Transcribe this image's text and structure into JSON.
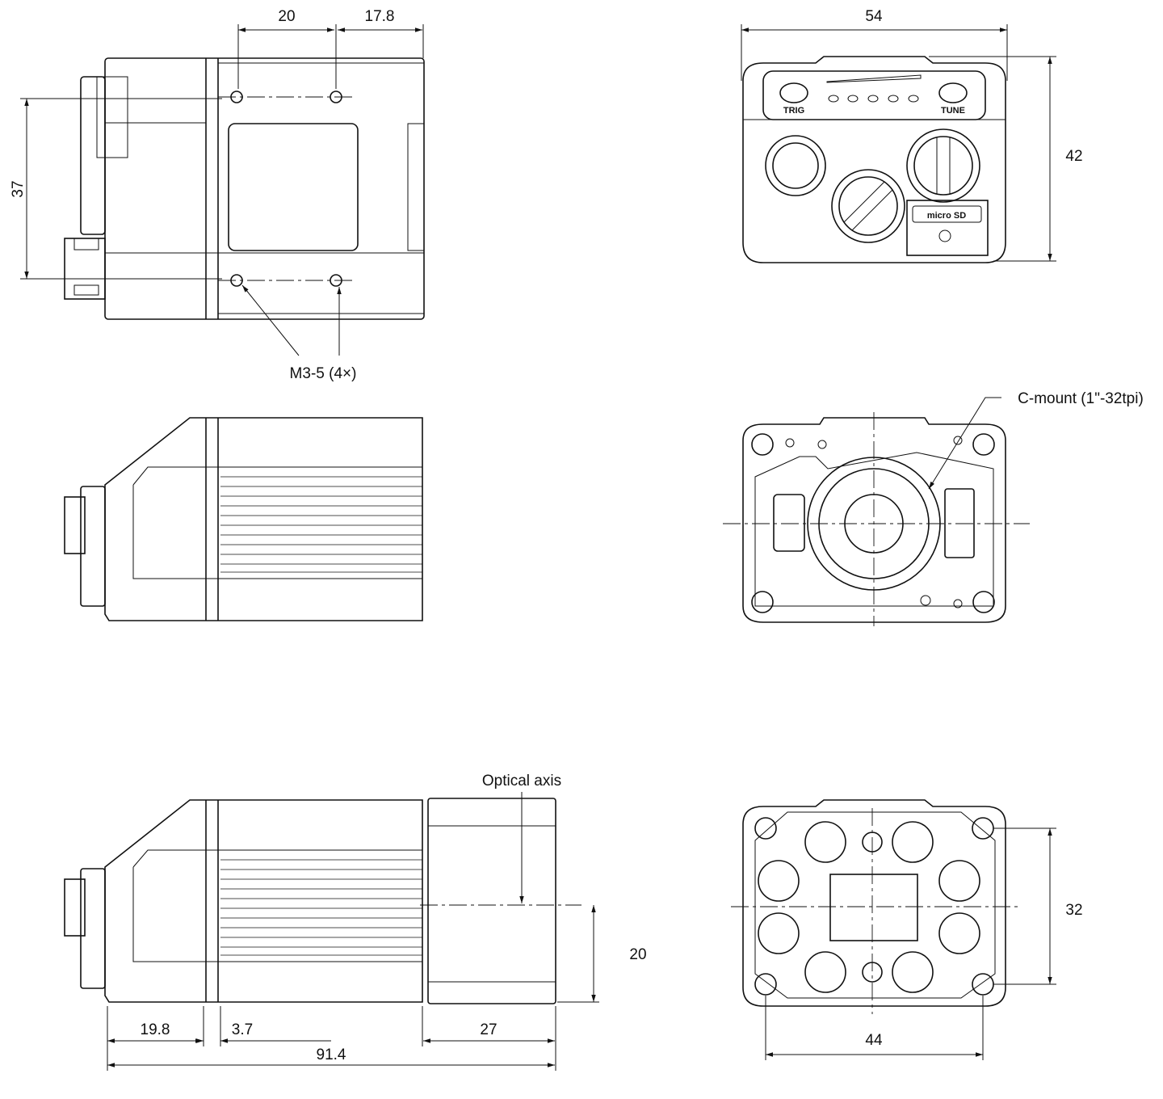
{
  "title": "Camera dimensional drawing",
  "dimensions": {
    "hole_pitch_x": "20",
    "hole_to_rear": "17.8",
    "hole_pitch_y": "37",
    "width": "54",
    "height": "42",
    "optical_axis_height": "20",
    "rear_section": "19.8",
    "divider": "3.7",
    "lens_length": "27",
    "total_length": "91.4",
    "bolt_pitch_y": "32",
    "bolt_pitch_x": "44"
  },
  "annotations": {
    "mount_holes": "M3-5 (4×)",
    "c_mount": "C-mount (1\"-32tpi)",
    "optical_axis": "Optical axis"
  },
  "panel": {
    "trig": "TRIG",
    "tune": "TUNE",
    "sd": "micro SD"
  }
}
